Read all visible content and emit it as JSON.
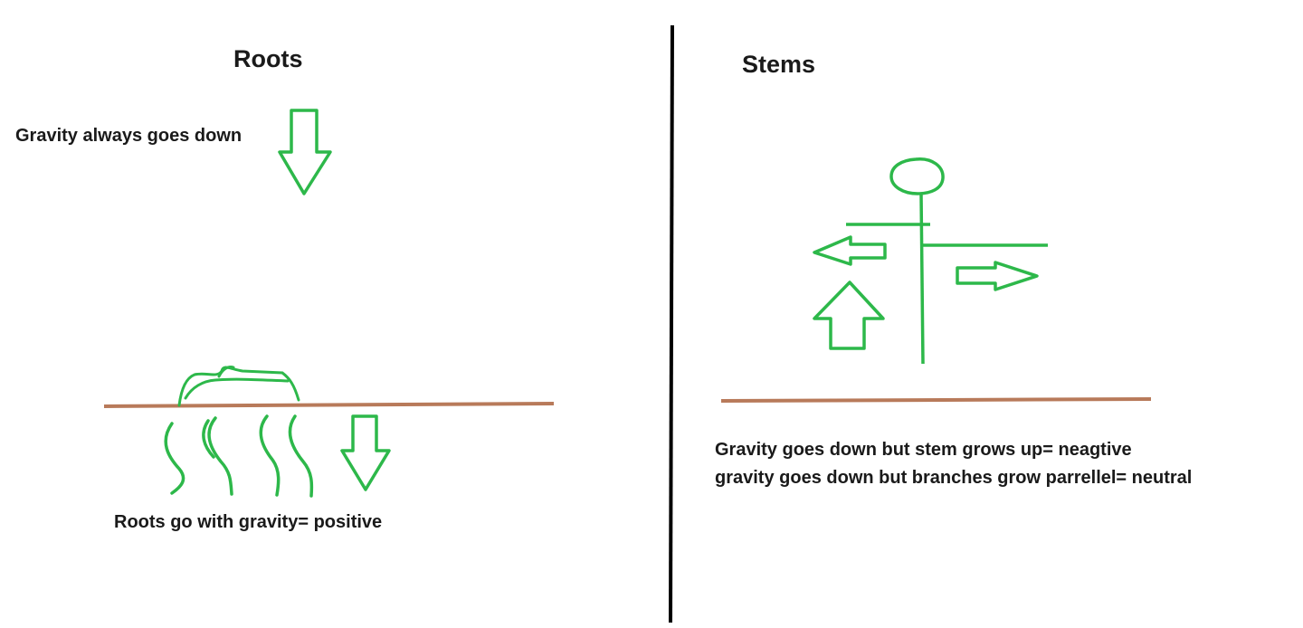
{
  "roots": {
    "title": "Roots",
    "gravity_note": "Gravity always goes down",
    "caption": "Roots go with gravity= positive"
  },
  "stems": {
    "title": "Stems",
    "caption_line1": "Gravity goes down but stem grows up= neagtive",
    "caption_line2": "gravity goes down but branches grow parrellel= neutral"
  },
  "colors": {
    "drawing": "#2db84a",
    "soil": "#b87a5a",
    "divider": "#000000"
  }
}
